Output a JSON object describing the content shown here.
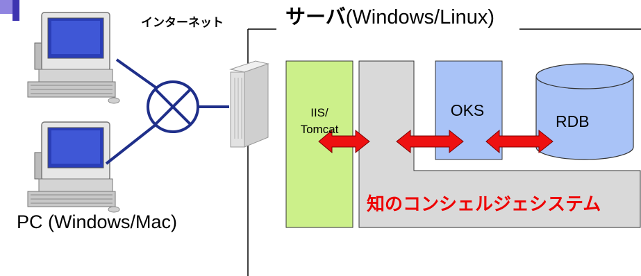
{
  "labels": {
    "internet": "インターネット",
    "server_title_jp": "サーバ",
    "server_title_os": "(Windows/Linux)",
    "pc_caption": "PC (Windows/Mac)",
    "iis_line1": "IIS/",
    "iis_line2": "Tomcat",
    "oks": "OKS",
    "rdb": "RDB",
    "system_name": "知のコンシェルジェシステム"
  },
  "colors": {
    "iis_box": "#ccf08a",
    "oks_box": "#a9c3f7",
    "system_box": "#d9d9d9",
    "rdb_cylinder": "#a9c3f7",
    "arrow_fill": "#ee1111",
    "link_line": "#1f2f8a",
    "system_text": "#ee0000"
  },
  "icons": [
    "pc-icon",
    "pc-icon",
    "network-hub-icon",
    "server-tower-icon",
    "double-arrow-icon",
    "database-cylinder-icon"
  ]
}
